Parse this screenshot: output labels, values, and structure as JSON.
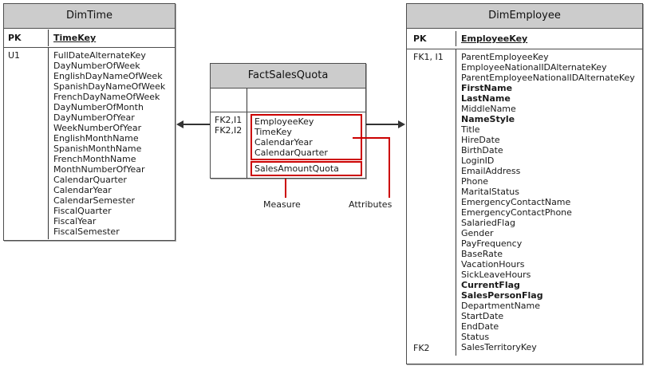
{
  "diagram": {
    "type": "entity-relationship-diagram",
    "accent_color": "#cc0000",
    "header_fill": "#cccccc",
    "border_color": "#4d4d4d"
  },
  "tables": {
    "dim_time": {
      "title": "DimTime",
      "pk_label": "PK",
      "pk_field": "TimeKey",
      "key_column": "U1",
      "fields": [
        "FullDateAlternateKey",
        "DayNumberOfWeek",
        "EnglishDayNameOfWeek",
        "SpanishDayNameOfWeek",
        "FrenchDayNameOfWeek",
        "DayNumberOfMonth",
        "DayNumberOfYear",
        "WeekNumberOfYear",
        "EnglishMonthName",
        "SpanishMonthName",
        "FrenchMonthName",
        "MonthNumberOfYear",
        "CalendarQuarter",
        "CalendarYear",
        "CalendarSemester",
        "FiscalQuarter",
        "FiscalYear",
        "FiscalSemester"
      ]
    },
    "fact_sales_quota": {
      "title": "FactSalesQuota",
      "keys": [
        "FK2,I1",
        "FK2,I2"
      ],
      "attribute_fields": [
        "EmployeeKey",
        "TimeKey",
        "CalendarYear",
        "CalendarQuarter"
      ],
      "measure_fields": [
        "SalesAmountQuota"
      ]
    },
    "dim_employee": {
      "title": "DimEmployee",
      "pk_label": "PK",
      "pk_field": "EmployeeKey",
      "key_column": "FK1, I1",
      "key_column_bottom": "FK2",
      "fields": [
        {
          "name": "ParentEmployeeKey",
          "bold": false
        },
        {
          "name": "EmployeeNationalIDAlternateKey",
          "bold": false
        },
        {
          "name": "ParentEmployeeNationalIDAlternateKey",
          "bold": false
        },
        {
          "name": "FirstName",
          "bold": true
        },
        {
          "name": "LastName",
          "bold": true
        },
        {
          "name": "MiddleName",
          "bold": false
        },
        {
          "name": "NameStyle",
          "bold": true
        },
        {
          "name": "Title",
          "bold": false
        },
        {
          "name": "HireDate",
          "bold": false
        },
        {
          "name": "BirthDate",
          "bold": false
        },
        {
          "name": "LoginID",
          "bold": false
        },
        {
          "name": "EmailAddress",
          "bold": false
        },
        {
          "name": "Phone",
          "bold": false
        },
        {
          "name": "MaritalStatus",
          "bold": false
        },
        {
          "name": "EmergencyContactName",
          "bold": false
        },
        {
          "name": "EmergencyContactPhone",
          "bold": false
        },
        {
          "name": "SalariedFlag",
          "bold": false
        },
        {
          "name": "Gender",
          "bold": false
        },
        {
          "name": "PayFrequency",
          "bold": false
        },
        {
          "name": "BaseRate",
          "bold": false
        },
        {
          "name": "VacationHours",
          "bold": false
        },
        {
          "name": "SickLeaveHours",
          "bold": false
        },
        {
          "name": "CurrentFlag",
          "bold": true
        },
        {
          "name": "SalesPersonFlag",
          "bold": true
        },
        {
          "name": "DepartmentName",
          "bold": false
        },
        {
          "name": "StartDate",
          "bold": false
        },
        {
          "name": "EndDate",
          "bold": false
        },
        {
          "name": "Status",
          "bold": false
        },
        {
          "name": "SalesTerritoryKey",
          "bold": false
        }
      ]
    }
  },
  "annotations": {
    "measure": "Measure",
    "attributes": "Attributes"
  }
}
